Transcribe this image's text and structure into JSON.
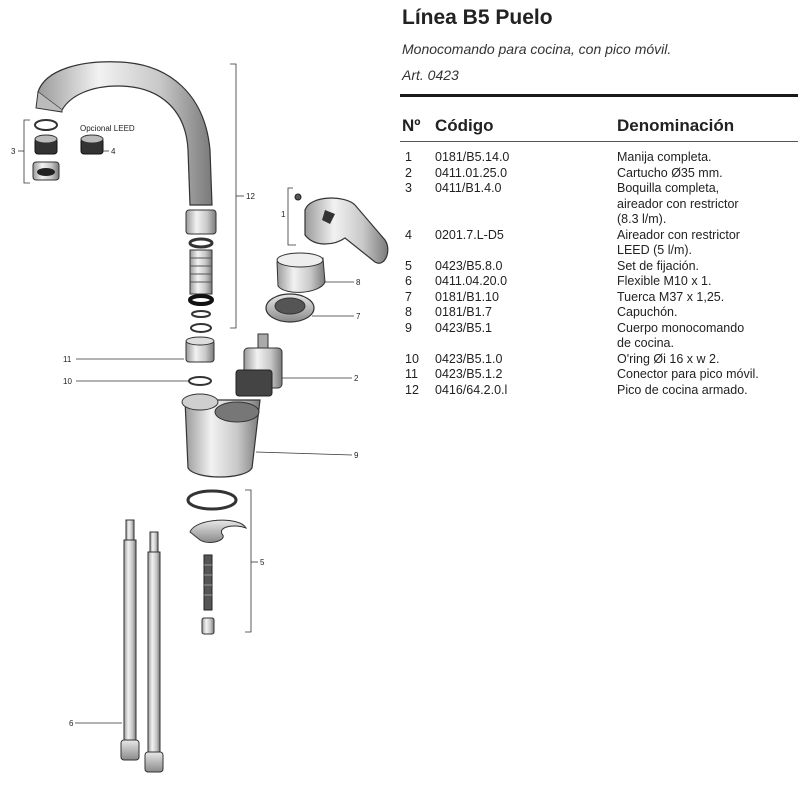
{
  "header": {
    "title": "Línea B5 Puelo",
    "subtitle": "Monocomando para cocina, con pico móvil.",
    "article": "Art. 0423"
  },
  "table": {
    "columns": [
      "Nº",
      "Código",
      "Denominación"
    ],
    "rows": [
      {
        "no": "1",
        "code": "0181/B5.14.0",
        "name": [
          "Manija completa."
        ]
      },
      {
        "no": "2",
        "code": "0411.01.25.0",
        "name": [
          "Cartucho Ø35 mm."
        ]
      },
      {
        "no": "3",
        "code": "0411/B1.4.0",
        "name": [
          "Boquilla completa,",
          "aireador con restrictor",
          "(8.3 l/m)."
        ]
      },
      {
        "no": "4",
        "code": "0201.7.L-D5",
        "name": [
          "Aireador con restrictor",
          "LEED (5 l/m)."
        ]
      },
      {
        "no": "5",
        "code": "0423/B5.8.0",
        "name": [
          "Set de fijación."
        ]
      },
      {
        "no": "6",
        "code": "0411.04.20.0",
        "name": [
          "Flexible M10 x 1."
        ]
      },
      {
        "no": "7",
        "code": "0181/B1.10",
        "name": [
          "Tuerca M37 x 1,25."
        ]
      },
      {
        "no": "8",
        "code": "0181/B1.7",
        "name": [
          "Capuchón."
        ]
      },
      {
        "no": "9",
        "code": "0423/B5.1",
        "name": [
          "Cuerpo monocomando",
          "de cocina."
        ]
      },
      {
        "no": "10",
        "code": "0423/B5.1.0",
        "name": [
          "O'ring Øi 16 x w 2."
        ]
      },
      {
        "no": "11",
        "code": "0423/B5.1.2",
        "name": [
          "Conector para pico móvil."
        ]
      },
      {
        "no": "12",
        "code": "0416/64.2.0.l",
        "name": [
          "Pico de cocina armado."
        ]
      }
    ]
  },
  "diagram": {
    "optional_label": "Opcional LEED",
    "callouts": [
      "1",
      "2",
      "3",
      "4",
      "5",
      "6",
      "7",
      "8",
      "9",
      "10",
      "11",
      "12"
    ]
  }
}
